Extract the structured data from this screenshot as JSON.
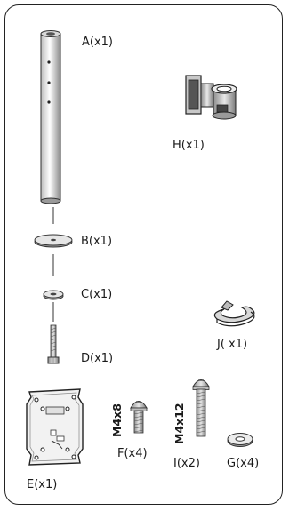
{
  "parts": {
    "A": "A(x1)",
    "B": "B(x1)",
    "C": "C(x1)",
    "D": "D(x1)",
    "E": "E(x1)",
    "F": "F(x4)",
    "G": "G(x4)",
    "H": "H(x1)",
    "I": "I(x2)",
    "J": "J( x1)"
  },
  "screw_specs": {
    "F": "M4x8",
    "I": "M4x12"
  }
}
